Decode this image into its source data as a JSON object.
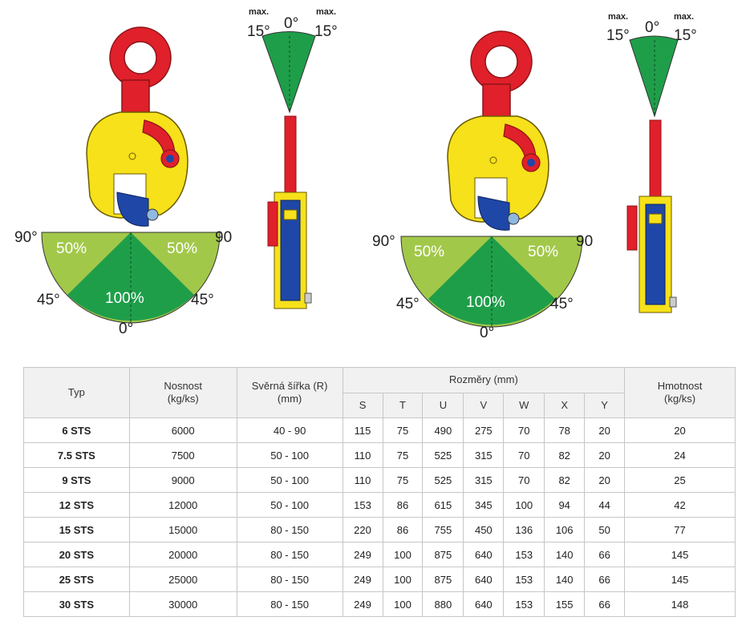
{
  "diagrams": [
    {
      "angle_left_value": "15°",
      "angle_left_label": "max.",
      "angle_center": "0°",
      "angle_right_value": "15°",
      "angle_right_label": "max.",
      "left_90": "90°",
      "right_90": "90°",
      "left_45": "45°",
      "right_45": "45°",
      "bottom_0": "0°",
      "left_pct": "50%",
      "right_pct": "50%",
      "center_pct": "100%"
    },
    {
      "angle_left_value": "15°",
      "angle_left_label": "max.",
      "angle_center": "0°",
      "angle_right_value": "15°",
      "angle_right_label": "max.",
      "left_90": "90°",
      "right_90": "90°",
      "left_45": "45°",
      "right_45": "45°",
      "bottom_0": "0°",
      "left_pct": "50%",
      "right_pct": "50%",
      "center_pct": "100%"
    }
  ],
  "colors": {
    "ring_red": "#e0202a",
    "body_yellow": "#f6e11a",
    "jaw_blue": "#1f47a8",
    "zone_light": "#a2c84a",
    "zone_dark": "#1f9e4a"
  },
  "table": {
    "headers": {
      "typ": "Typ",
      "nosnost": "Nosnost (kg/ks)",
      "sirka": "Svěrná šířka (R) (mm)",
      "rozmery": "Rozměry (mm)",
      "hmotnost": "Hmotnost (kg/ks)",
      "sub": [
        "S",
        "T",
        "U",
        "V",
        "W",
        "X",
        "Y"
      ]
    },
    "rows": [
      [
        "6 STS",
        "6000",
        "40 - 90",
        "115",
        "75",
        "490",
        "275",
        "70",
        "78",
        "20",
        "20"
      ],
      [
        "7.5 STS",
        "7500",
        "50 - 100",
        "110",
        "75",
        "525",
        "315",
        "70",
        "82",
        "20",
        "24"
      ],
      [
        "9 STS",
        "9000",
        "50 - 100",
        "110",
        "75",
        "525",
        "315",
        "70",
        "82",
        "20",
        "25"
      ],
      [
        "12 STS",
        "12000",
        "50 - 100",
        "153",
        "86",
        "615",
        "345",
        "100",
        "94",
        "44",
        "42"
      ],
      [
        "15 STS",
        "15000",
        "80 - 150",
        "220",
        "86",
        "755",
        "450",
        "136",
        "106",
        "50",
        "77"
      ],
      [
        "20 STS",
        "20000",
        "80 - 150",
        "249",
        "100",
        "875",
        "640",
        "153",
        "140",
        "66",
        "145"
      ],
      [
        "25 STS",
        "25000",
        "80 - 150",
        "249",
        "100",
        "875",
        "640",
        "153",
        "140",
        "66",
        "145"
      ],
      [
        "30 STS",
        "30000",
        "80 - 150",
        "249",
        "100",
        "880",
        "640",
        "153",
        "155",
        "66",
        "148"
      ]
    ]
  }
}
